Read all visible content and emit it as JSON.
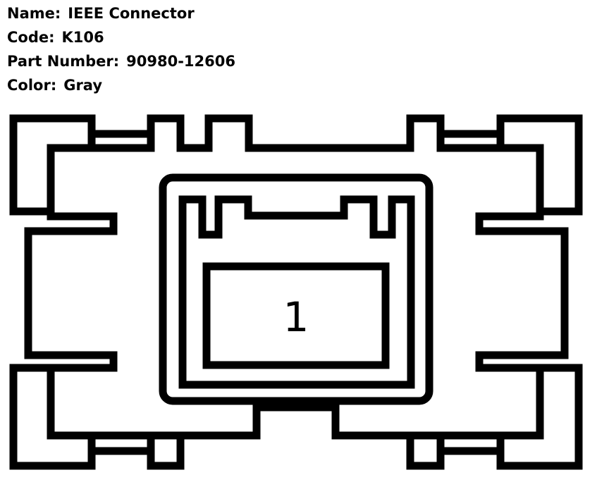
{
  "info": {
    "name_label": "Name:",
    "name_value": "IEEE Connector",
    "code_label": "Code:",
    "code_value": "K106",
    "part_label": "Part Number:",
    "part_value": "90980-12606",
    "color_label": "Color:",
    "color_value": "Gray"
  },
  "connector": {
    "pins": [
      "1"
    ],
    "stroke_color": "#000000",
    "fill_color": "#ffffff"
  }
}
